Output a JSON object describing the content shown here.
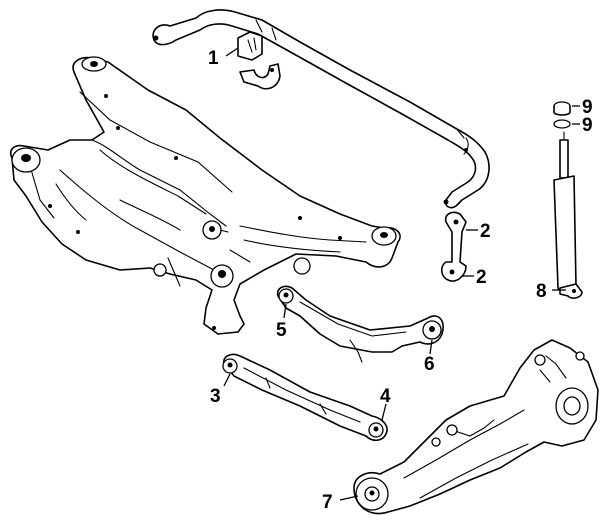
{
  "callouts": [
    {
      "id": "c1",
      "label": "1"
    },
    {
      "id": "c2a",
      "label": "2"
    },
    {
      "id": "c2b",
      "label": "2"
    },
    {
      "id": "c3",
      "label": "3"
    },
    {
      "id": "c4",
      "label": "4"
    },
    {
      "id": "c5",
      "label": "5"
    },
    {
      "id": "c6",
      "label": "6"
    },
    {
      "id": "c7",
      "label": "7"
    },
    {
      "id": "c8",
      "label": "8"
    },
    {
      "id": "c9a",
      "label": "9"
    },
    {
      "id": "c9b",
      "label": "9"
    }
  ]
}
